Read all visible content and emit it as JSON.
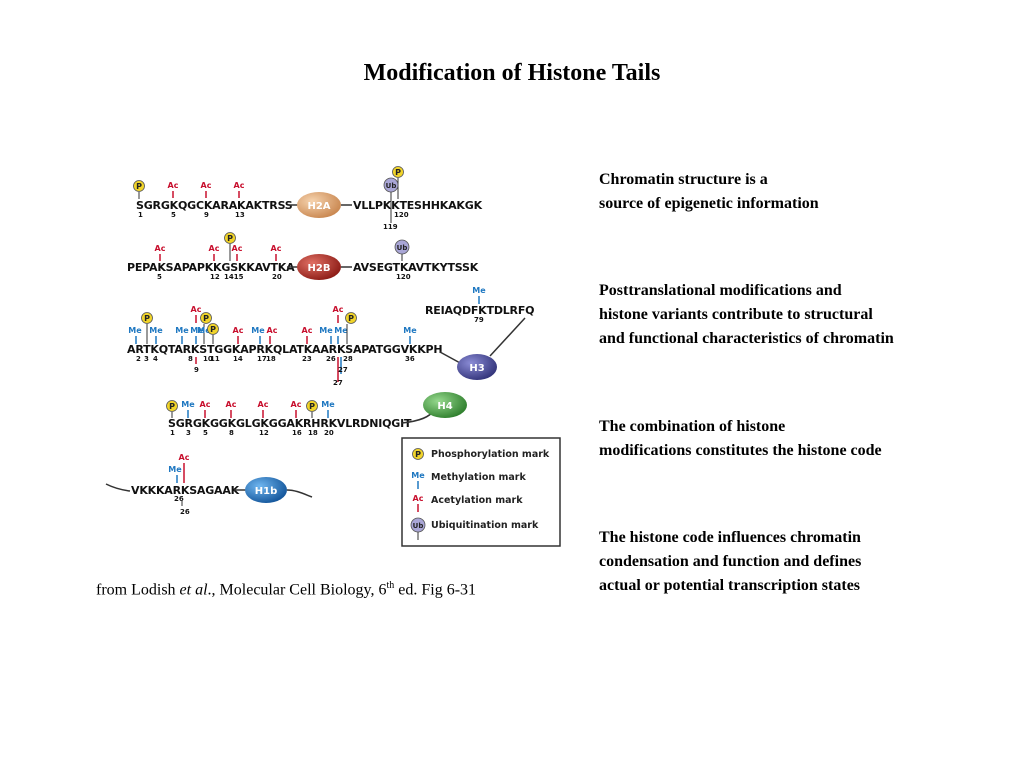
{
  "title": "Modification of Histone Tails",
  "side_text": [
    {
      "lines": [
        "Chromatin structure is a",
        "source of epigenetic information"
      ]
    },
    {
      "lines": [
        "Posttranslational modifications and",
        "histone variants contribute to structural",
        "and functional characteristics of chromatin"
      ]
    },
    {
      "lines": [
        "The combination of histone",
        "modifications constitutes the histone code"
      ]
    },
    {
      "lines": [
        "The histone code influences chromatin",
        "condensation and function and defines",
        "actual or potential transcription states"
      ]
    }
  ],
  "caption": {
    "prefix": "from Lodish ",
    "italic": "et al",
    "middle": "., Molecular Cell Biology, 6",
    "sup": "th",
    "suffix": " ed. Fig 6-31"
  },
  "figure": {
    "cores": [
      {
        "name": "H2A",
        "color": "#e3a873"
      },
      {
        "name": "H2B",
        "color": "#b8322a"
      },
      {
        "name": "H3",
        "color": "#4d4ea0"
      },
      {
        "name": "H4",
        "color": "#4ea84a"
      },
      {
        "name": "H1b",
        "color": "#2379c9"
      }
    ],
    "sequences": {
      "h2a_n": "SGRGKQGCKARAKAKTRSS",
      "h2a_c": "VLLPKKTESHHKAKGK",
      "h2b_n": "PEPAKSAPAPKKGSKKAVTKA",
      "h2b_c": "AVSEGTKAVTKYTSSK",
      "h3_n": "ARTKQTARKSTGGKAPRKQLATKAARKSAPATGGVKKPH",
      "h3_c": "REIAQDFKTDLRFQ",
      "h4_n": "SGRGKGGKGLGKGGAKRHRKVLRDNIQGIT",
      "h1b_n": "VKKKARKSAGAAK"
    },
    "numbers": {
      "h2a": [
        "1",
        "5",
        "9",
        "13",
        "120",
        "119"
      ],
      "h2b": [
        "5",
        "12",
        "1415",
        "20",
        "120"
      ],
      "h3": [
        "2",
        "3",
        "4",
        "8",
        "9",
        "10",
        "11",
        "14",
        "17",
        "18",
        "23",
        "26",
        "28",
        "27",
        "27",
        "36",
        "79"
      ],
      "h4": [
        "1",
        "3",
        "5",
        "8",
        "12",
        "16",
        "18",
        "20"
      ],
      "h1b": [
        "26",
        "26"
      ]
    },
    "marks": {
      "ac": "Ac",
      "me": "Me",
      "p": "P",
      "ub": "Ub"
    },
    "legend": [
      {
        "symbol": "P",
        "label": "Phosphorylation mark",
        "color": "#f1d42a"
      },
      {
        "symbol": "Me",
        "label": "Methylation mark",
        "color": "#1f78c1"
      },
      {
        "symbol": "Ac",
        "label": "Acetylation mark",
        "color": "#c8102e"
      },
      {
        "symbol": "Ub",
        "label": "Ubiquitination mark",
        "color": "#a9a6d6"
      }
    ]
  }
}
